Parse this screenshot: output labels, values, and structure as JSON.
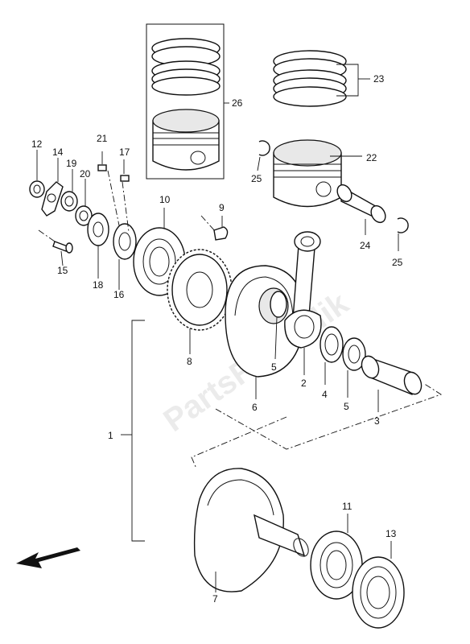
{
  "watermark": "PartsRepublik",
  "callouts": {
    "c1": "1",
    "c2": "2",
    "c3": "3",
    "c4": "4",
    "c5a": "5",
    "c5b": "5",
    "c6": "6",
    "c7": "7",
    "c8": "8",
    "c9": "9",
    "c10": "10",
    "c11": "11",
    "c12": "12",
    "c13": "13",
    "c14": "14",
    "c15": "15",
    "c16": "16",
    "c17": "17",
    "c18": "18",
    "c19": "19",
    "c20": "20",
    "c21": "21",
    "c22": "22",
    "c23": "23",
    "c24": "24",
    "c25a": "25",
    "c25b": "25",
    "c26": "26"
  },
  "colors": {
    "line": "#111111",
    "background": "#ffffff",
    "watermark": "#000000"
  },
  "icons": {
    "direction": "front-arrow-icon"
  }
}
